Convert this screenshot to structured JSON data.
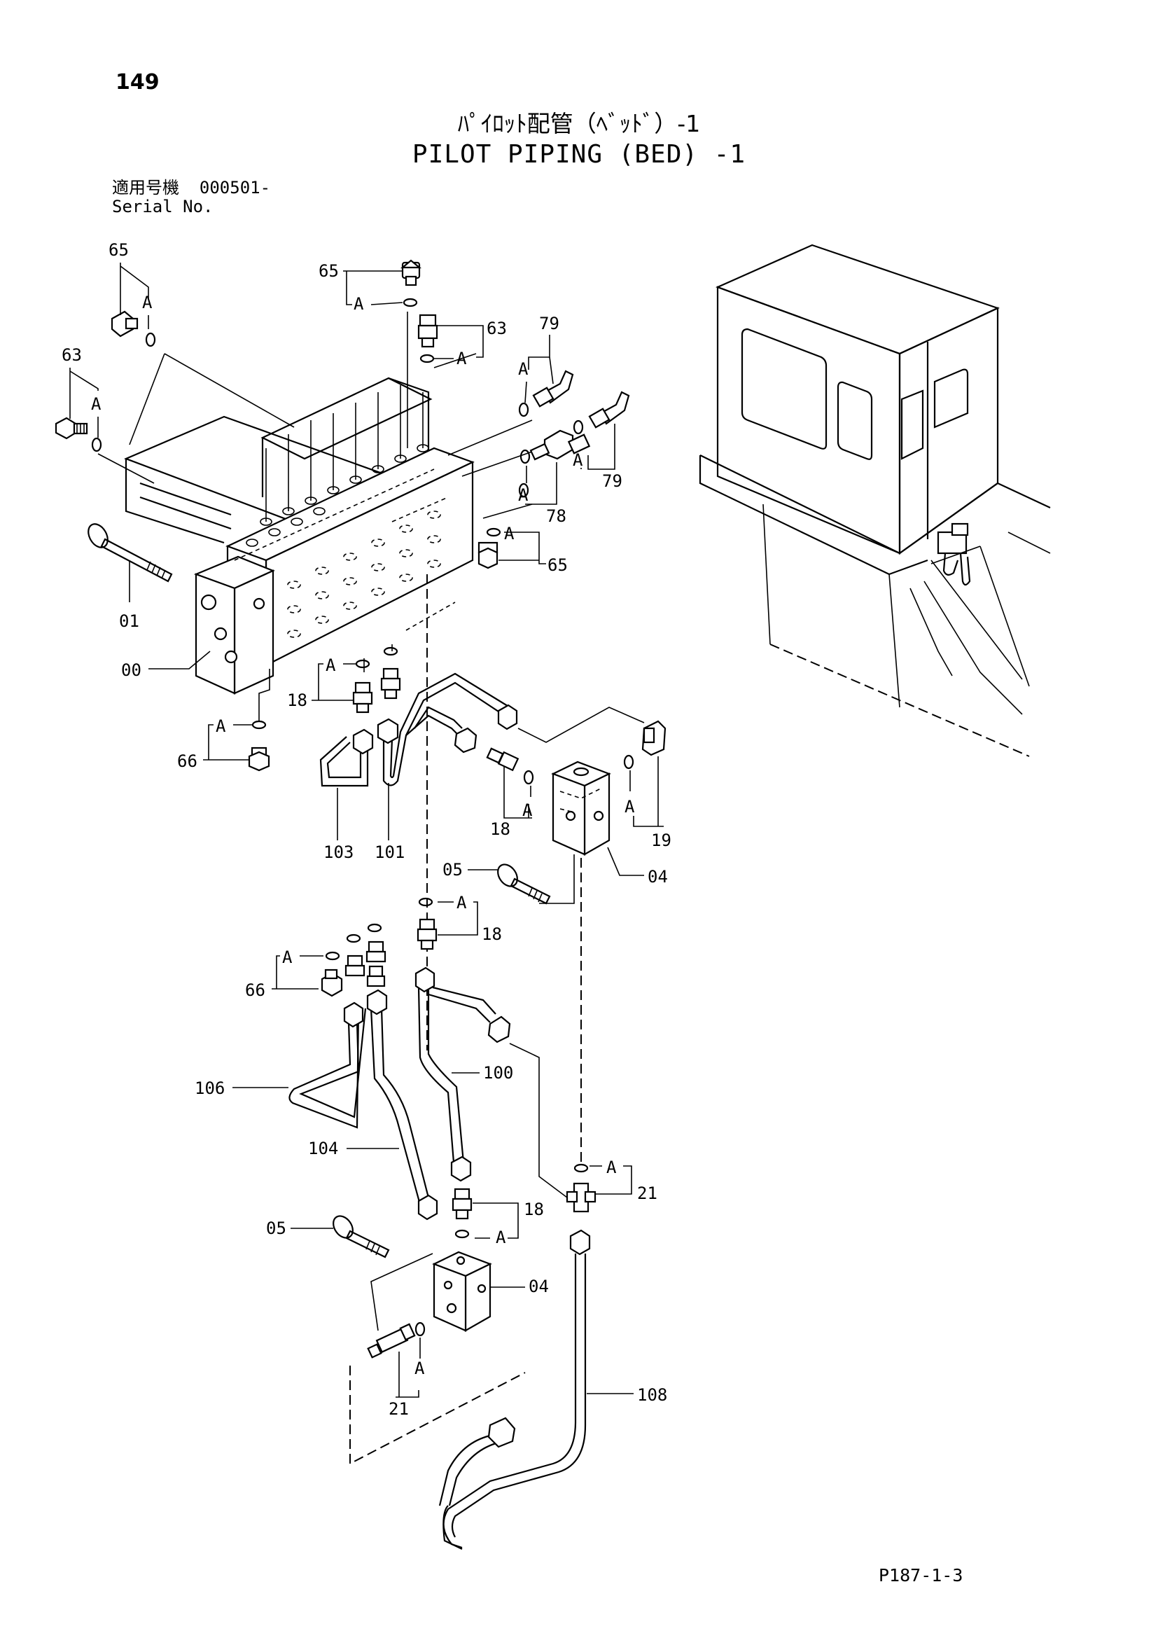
{
  "page_number": "149",
  "title_jp": "ﾊﾟｲﾛｯﾄ配管（ﾍﾞｯﾄﾞ）-1",
  "title_en": "PILOT PIPING (BED) -1",
  "serial": {
    "label_jp": "適用号機",
    "value": "000501-",
    "label_en": "Serial No."
  },
  "footer_code": "P187-1-3",
  "callouts": [
    "65",
    "65",
    "63",
    "63",
    "79",
    "79",
    "78",
    "65",
    "01",
    "00",
    "18",
    "66",
    "103",
    "101",
    "18",
    "19",
    "04",
    "05",
    "18",
    "66",
    "106",
    "100",
    "104",
    "21",
    "18",
    "05",
    "04",
    "21",
    "108"
  ],
  "detail_letter": "A"
}
